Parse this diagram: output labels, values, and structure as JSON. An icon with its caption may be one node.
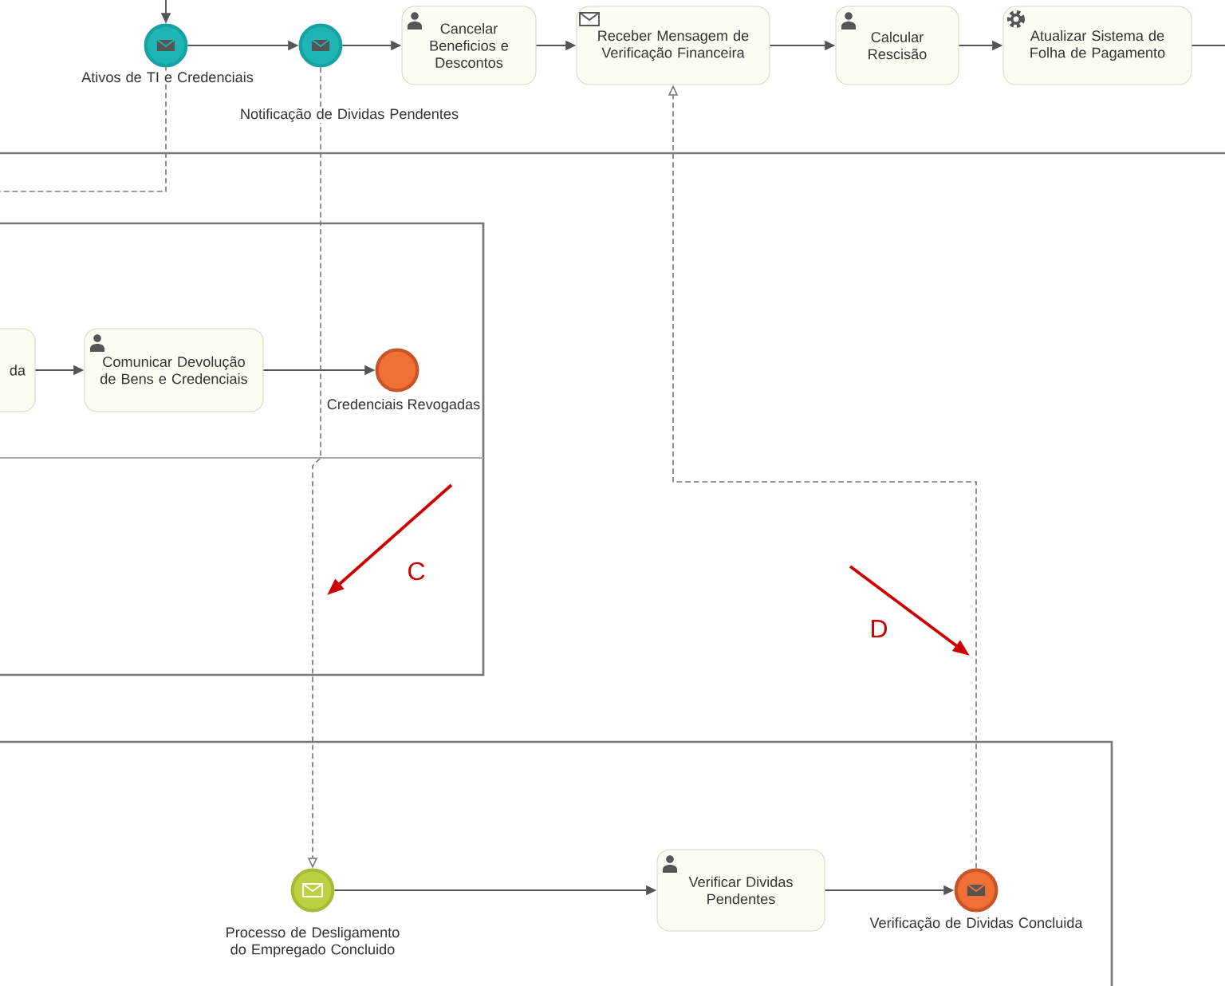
{
  "diagram": {
    "nodes": [
      {
        "text": [
          "Ativos de TI e Credenciais"
        ]
      },
      {
        "text": [
          "Notificação de Dividas Pendentes"
        ]
      },
      {
        "text": [
          "Cancelar Beneficios e Descontos"
        ]
      },
      {
        "text": [
          "Receber Mensagem de Verificação Financeira"
        ]
      },
      {
        "text": [
          "Calcular Rescisão"
        ]
      },
      {
        "text": [
          "Atualizar Sistema de Folha de Pagamento"
        ]
      },
      {
        "text": [
          "da"
        ]
      },
      {
        "text": [
          "Comunicar Devolução de Bens e Credenciais"
        ]
      },
      {
        "text": [
          "Credenciais Revogadas"
        ]
      },
      {
        "text": [
          "Processo de Desligamento do Empregado Concluido"
        ]
      },
      {
        "text": [
          "Verificar Dividas Pendentes"
        ]
      },
      {
        "text": [
          "Verificação de Dividas Concluida"
        ]
      }
    ],
    "edges": [
      {
        "from": null,
        "to": 0,
        "arrow": "to"
      },
      {
        "from": 0,
        "to": 1,
        "arrow": "to"
      },
      {
        "from": 1,
        "to": 2,
        "arrow": "to"
      },
      {
        "from": 2,
        "to": 3,
        "arrow": "to"
      },
      {
        "from": 3,
        "to": 4,
        "arrow": "to"
      },
      {
        "from": 4,
        "to": 5,
        "arrow": "to"
      },
      {
        "from": 5,
        "to": null,
        "arrow": "none"
      },
      {
        "from": 0,
        "to": null,
        "arrow": "none",
        "style": "dashed"
      },
      {
        "from": 6,
        "to": 7,
        "arrow": "to"
      },
      {
        "from": 7,
        "to": 8,
        "arrow": "to"
      },
      {
        "from": 1,
        "to": 9,
        "arrow": "to",
        "style": "dashed"
      },
      {
        "from": 11,
        "to": 3,
        "arrow": "to",
        "style": "dashed"
      },
      {
        "from": 9,
        "to": 10,
        "arrow": "to"
      },
      {
        "from": 10,
        "to": 11,
        "arrow": "to"
      }
    ],
    "labels": [
      "C",
      "D"
    ]
  }
}
